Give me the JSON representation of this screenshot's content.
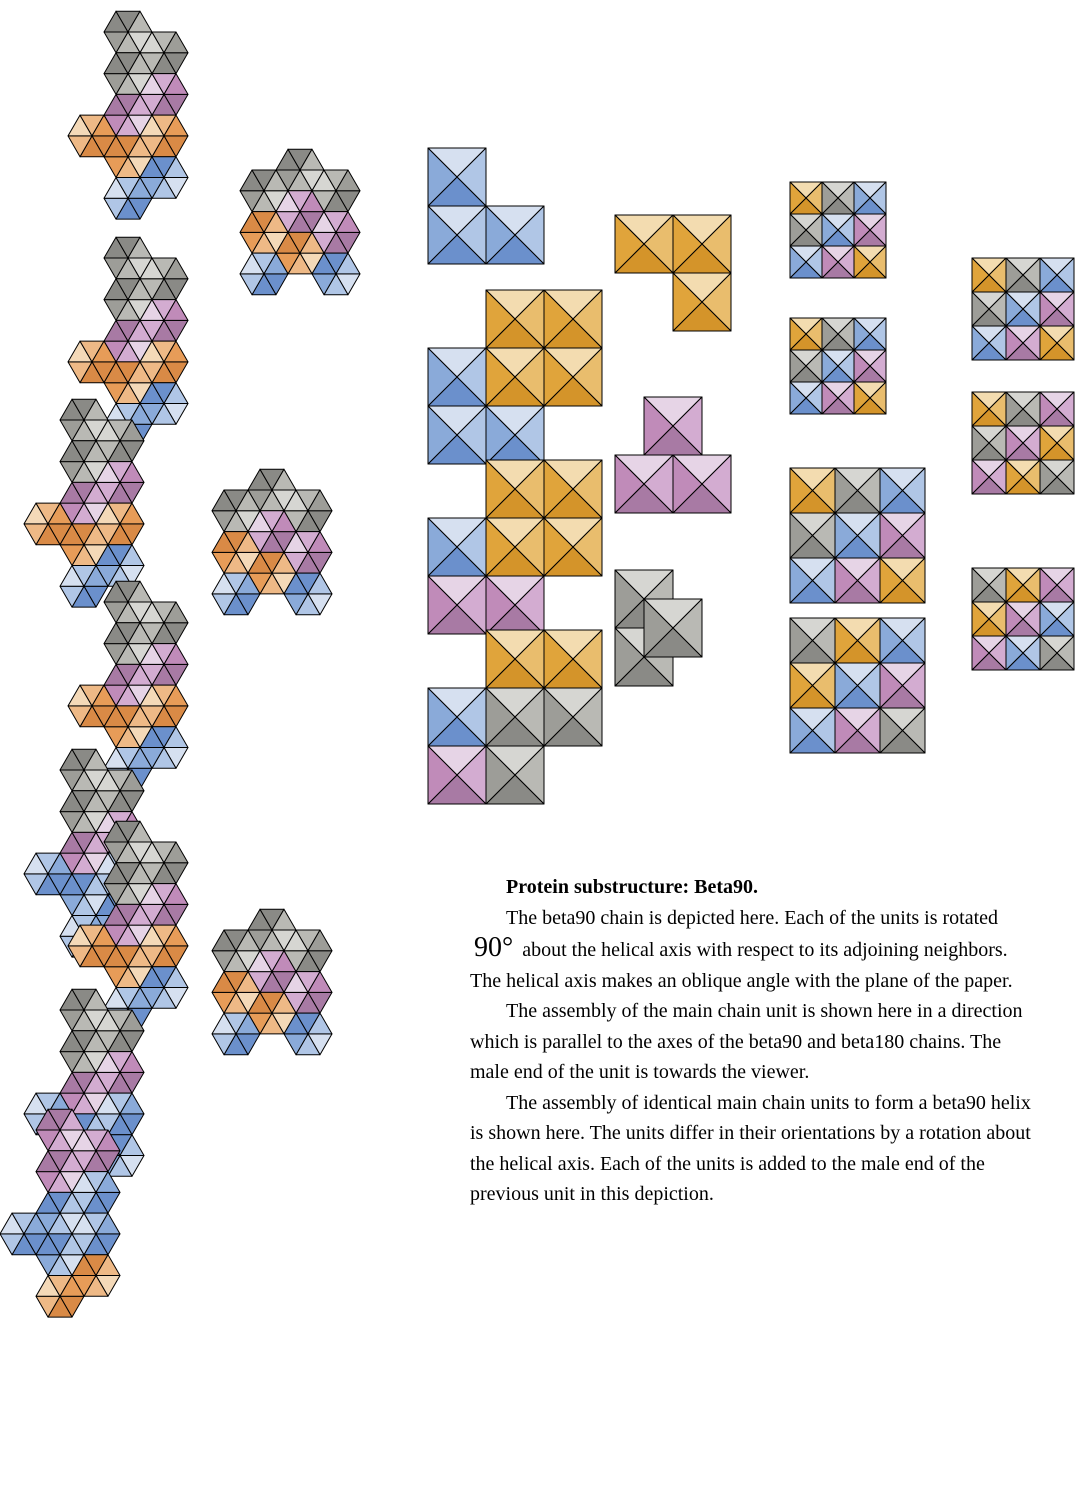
{
  "caption": {
    "title": "Protein substructure: Beta90.",
    "p1_part1": "The beta90 chain is depicted here. Each of the units is rotated",
    "p1_angle": "90°",
    "p1_part2": "about the helical axis with respect to its adjoining neighbors. The helical axis makes an oblique angle with the plane of the paper.",
    "p2": "The assembly of the main chain unit is shown here in a direction which is parallel to the axes of the beta90 and beta180 chains. The male end of the unit is towards the viewer.",
    "p3": "The assembly of identical main chain units to form a beta90 helix is shown here. The units differ in their orientations by a rotation about the helical axis. Each of the units is added to the male end of the previous unit in this depiction."
  },
  "colors": {
    "gray": [
      "#d6d6d2",
      "#b9b9b4",
      "#9d9d98",
      "#8a8a86"
    ],
    "pink": [
      "#e6d4e6",
      "#d3acd1",
      "#c08bb9",
      "#a87aa4"
    ],
    "orange": [
      "#f4d9b8",
      "#eeb986",
      "#e79c58",
      "#d98a46"
    ],
    "blue": [
      "#d6e0f0",
      "#b0c6e6",
      "#8aaad9",
      "#6b90cc"
    ],
    "gold": [
      "#f3dcb0",
      "#e9bd6d",
      "#e0a43b",
      "#d4942a"
    ],
    "stroke": "#000000"
  }
}
